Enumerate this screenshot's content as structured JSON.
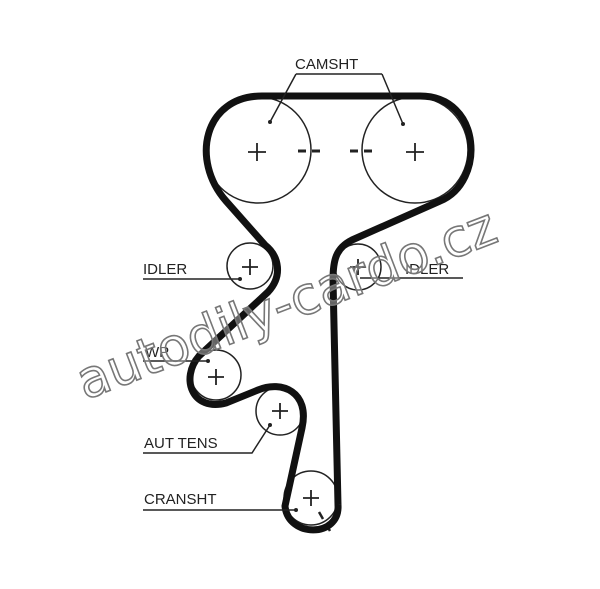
{
  "labels": {
    "camshaft": "CAMSHT",
    "idler_left": "IDLER",
    "idler_right": "IDLER",
    "water_pump": "WP",
    "auto_tensioner": "AUT TENS",
    "crankshaft": "CRANSHT"
  },
  "watermark": "autodily-cardo.cz",
  "colors": {
    "belt": "#111111",
    "line": "#222222",
    "watermark": "#777777"
  }
}
